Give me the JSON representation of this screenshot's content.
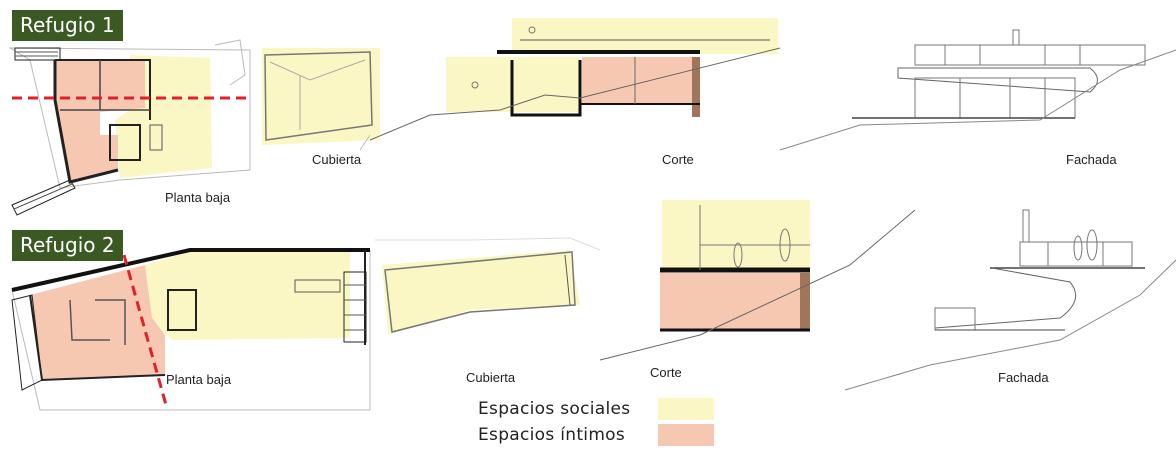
{
  "refugio1": {
    "title": "Refugio 1",
    "labels": {
      "planta": "Planta baja",
      "cubierta": "Cubierta",
      "corte": "Corte",
      "fachada": "Fachada"
    }
  },
  "refugio2": {
    "title": "Refugio 2",
    "labels": {
      "planta": "Planta baja",
      "cubierta": "Cubierta",
      "corte": "Corte",
      "fachada": "Fachada"
    }
  },
  "legend": {
    "items": [
      {
        "label": "Espacios sociales",
        "color": "#fbf7c4"
      },
      {
        "label": "Espacios íntimos",
        "color": "#f6c8b2"
      }
    ]
  },
  "colors": {
    "social": "#fbf7c4",
    "intimo": "#f6c8b2",
    "cut_line": "#e0202a",
    "badge": "#3b5a23"
  }
}
